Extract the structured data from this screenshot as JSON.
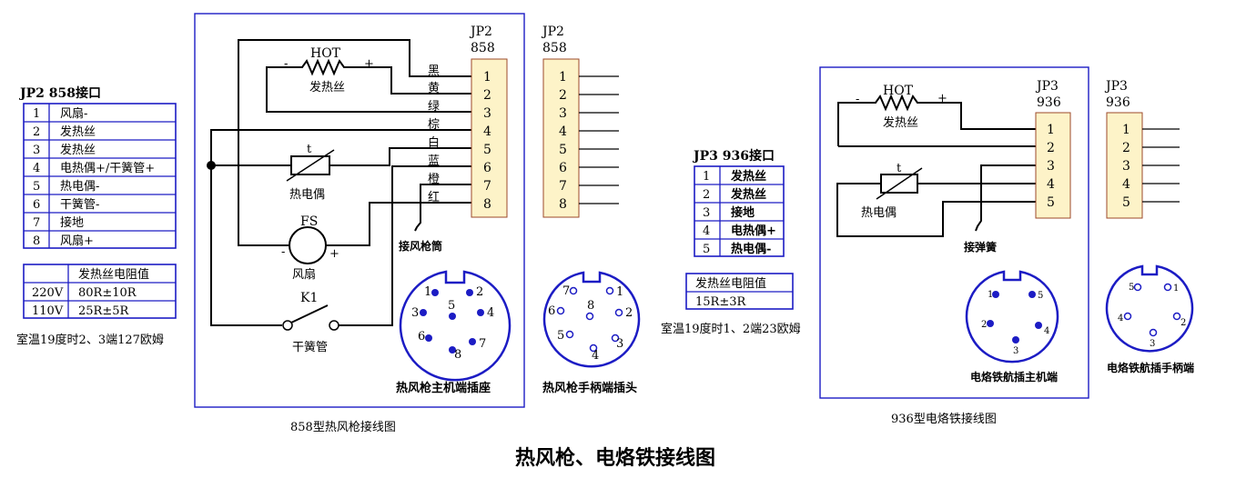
{
  "main_title": "热风枪、电烙铁接线图",
  "jp2_table": {
    "title": "JP2 858接口",
    "rows": [
      {
        "n": "1",
        "label": "风扇-"
      },
      {
        "n": "2",
        "label": "发热丝"
      },
      {
        "n": "3",
        "label": "发热丝"
      },
      {
        "n": "4",
        "label": "电热偶+/干簧管+"
      },
      {
        "n": "5",
        "label": "热电偶-"
      },
      {
        "n": "6",
        "label": "干簧管-"
      },
      {
        "n": "7",
        "label": "接地"
      },
      {
        "n": "8",
        "label": "风扇+"
      }
    ]
  },
  "jp2_resistance": {
    "header": "发热丝电阻值",
    "rows": [
      {
        "v": "220V",
        "r": "80R±10R"
      },
      {
        "v": "110V",
        "r": "25R±5R"
      }
    ],
    "note": "室温19度时2、3端127欧姆"
  },
  "jp3_table": {
    "title": "JP3 936接口",
    "rows": [
      {
        "n": "1",
        "label": "发热丝"
      },
      {
        "n": "2",
        "label": "发热丝"
      },
      {
        "n": "3",
        "label": "接地"
      },
      {
        "n": "4",
        "label": "电热偶+"
      },
      {
        "n": "5",
        "label": "热电偶-"
      }
    ]
  },
  "jp3_resistance": {
    "header": "发热丝电阻值",
    "value": "15R±3R",
    "note": "室温19度时1、2端23欧姆"
  },
  "diagram858": {
    "caption": "858型热风枪接线图",
    "hot": "HOT",
    "minus": "-",
    "plus": "+",
    "heater": "发热丝",
    "t": "t",
    "thermocouple": "热电偶",
    "fs": "FS",
    "fan": "风扇",
    "fan_minus": "-",
    "fan_plus": "+",
    "k1": "K1",
    "reed": "干簧管",
    "ground_label": "接风枪筒",
    "wire_colors": [
      "黑",
      "黄",
      "绿",
      "棕",
      "白",
      "蓝",
      "橙",
      "红"
    ],
    "conn_name": "JP2",
    "conn_model": "858",
    "pins": [
      "1",
      "2",
      "3",
      "4",
      "5",
      "6",
      "7",
      "8"
    ],
    "host_label": "热风枪主机端插座",
    "handle_label": "热风枪手柄端插头"
  },
  "jp2_plug": {
    "name": "JP2",
    "model": "858",
    "pins": [
      "1",
      "2",
      "3",
      "4",
      "5",
      "6",
      "7",
      "8"
    ]
  },
  "diagram936": {
    "caption": "936型电烙铁接线图",
    "hot": "HOT",
    "minus": "-",
    "plus": "+",
    "heater": "发热丝",
    "t": "t",
    "thermocouple": "热电偶",
    "ground_label": "接弹簧",
    "conn_name": "JP3",
    "conn_model": "936",
    "pins": [
      "1",
      "2",
      "3",
      "4",
      "5"
    ],
    "host_label": "电烙铁航插主机端"
  },
  "jp3_plug": {
    "name": "JP3",
    "model": "936",
    "pins": [
      "1",
      "2",
      "3",
      "4",
      "5"
    ]
  },
  "handle936_label": "电烙铁航插手柄端",
  "plug858_host_pins": [
    "1",
    "2",
    "3",
    "4",
    "5",
    "6",
    "7",
    "8"
  ],
  "plug858_handle_pins": [
    "7",
    "8",
    "1",
    "6",
    "2",
    "5",
    "3",
    "4"
  ],
  "plug936_host_pins": [
    "1",
    "5",
    "2",
    "4",
    "3"
  ],
  "plug936_handle_pins": [
    "5",
    "1",
    "4",
    "2",
    "3"
  ]
}
